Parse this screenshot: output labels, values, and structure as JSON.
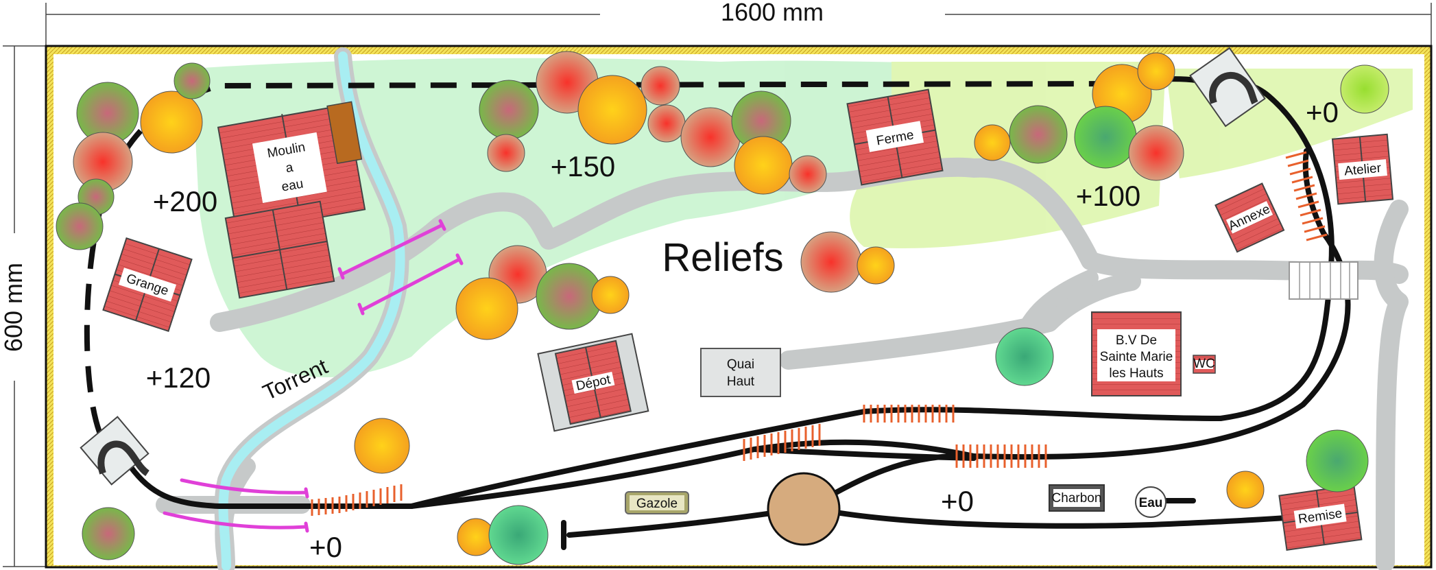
{
  "dimensions": {
    "width": "1600 mm",
    "height": "600 mm"
  },
  "levels": {
    "plus200": "+200",
    "plus150": "+150",
    "plus100": "+100",
    "plus120": "+120",
    "zero_top_right": "+0",
    "zero_bottom_left": "+0",
    "zero_station": "+0"
  },
  "labels": {
    "reliefs": "Reliefs",
    "torrent": "Torrent"
  },
  "buildings": {
    "moulin": [
      "Moulin",
      "a",
      "eau"
    ],
    "ferme": "Ferme",
    "grange": "Grange",
    "annexe": "Annexe",
    "atelier": "Atelier",
    "depot": "Dépot",
    "quai_haut": [
      "Quai",
      "Haut"
    ],
    "bv": [
      "B.V De",
      "Sainte Marie",
      "les Hauts"
    ],
    "wc": "WC",
    "remise": "Remise",
    "gazole": "Gazole",
    "charbon": "Charbon",
    "eau": "Eau"
  },
  "colors": {
    "building": "#e05a5a",
    "track": "#111111",
    "sleeper": "#e8602c",
    "water": "#a8eef2",
    "road": "#c6c9c9",
    "bridge": "#e040d8",
    "board_edge": "#f3e35a"
  }
}
